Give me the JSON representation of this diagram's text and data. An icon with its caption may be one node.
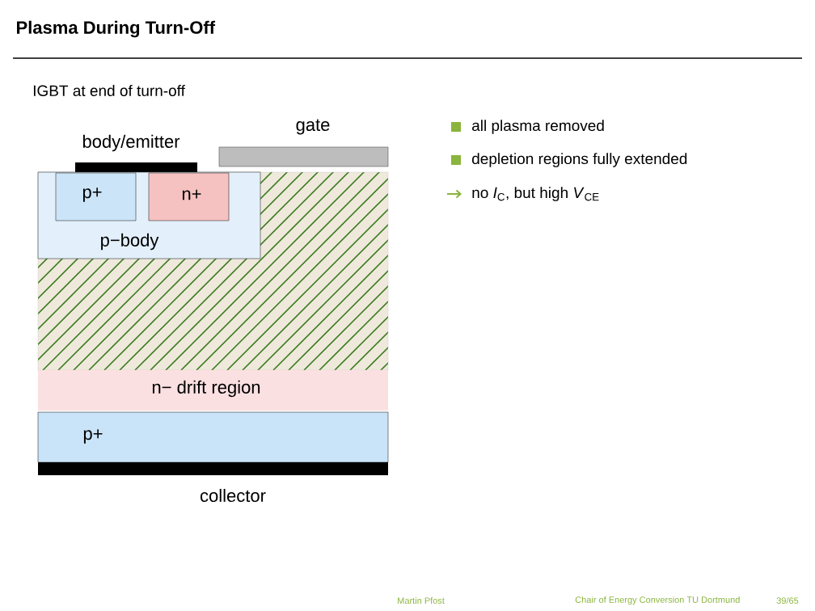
{
  "diagram": {
    "title": "Plasma During Turn-Off",
    "nodes": [
      {
        "text": [
          "body/emitter"
        ]
      },
      {
        "text": [
          "gate"
        ]
      },
      {
        "text": [
          "p−body"
        ]
      },
      {
        "text": [
          "p+"
        ],
        "in": 2
      },
      {
        "text": [
          "n+"
        ],
        "in": 2
      },
      {
        "text": [
          "n− drift region"
        ]
      },
      {
        "text": [
          "p+"
        ]
      },
      {
        "text": [
          "collector"
        ]
      }
    ],
    "edges": [],
    "labels": [
      "IGBT at end of turn-off",
      "all plasma removed",
      "depletion regions fully extended",
      "no *I*$_{C}$, but high *V*$_{CE}$",
      "Martin Pfost",
      "Chair of Energy Conversion TU Dortmund",
      "39/65"
    ]
  }
}
